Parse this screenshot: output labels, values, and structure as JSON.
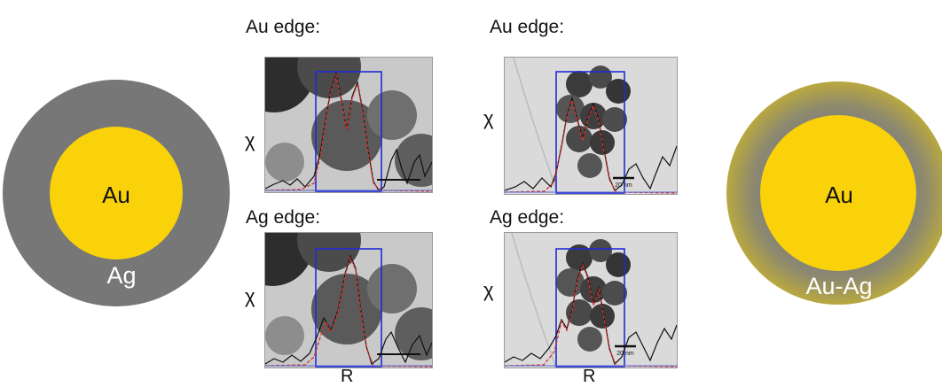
{
  "left_particle": {
    "core_label": "Au",
    "shell_label": "Ag",
    "core_color": "#f9d20a",
    "shell_color": "#7a7a7a"
  },
  "right_particle": {
    "core_label": "Au",
    "shell_label": "Au-Ag",
    "core_color": "#f9d20a",
    "shell_colors": [
      "#b9a83f",
      "#8e8a6e",
      "#7d7d7d"
    ]
  },
  "panels": [
    {
      "edge_label": "Au edge:",
      "y_label": "χ",
      "scale_bar_text": ""
    },
    {
      "edge_label": "Ag edge:",
      "y_label": "χ",
      "x_label": "R",
      "scale_bar_text": ""
    },
    {
      "edge_label": "Au edge:",
      "y_label": "χ",
      "scale_bar_text": "20 nm"
    },
    {
      "edge_label": "Ag edge:",
      "y_label": "χ",
      "x_label": "R",
      "scale_bar_text": "20 nm"
    }
  ],
  "colors": {
    "window_box": "#1f2bd8",
    "fit_curve": "#d6302c",
    "data_curve": "#111111",
    "baseline": "#5a6ad8"
  }
}
